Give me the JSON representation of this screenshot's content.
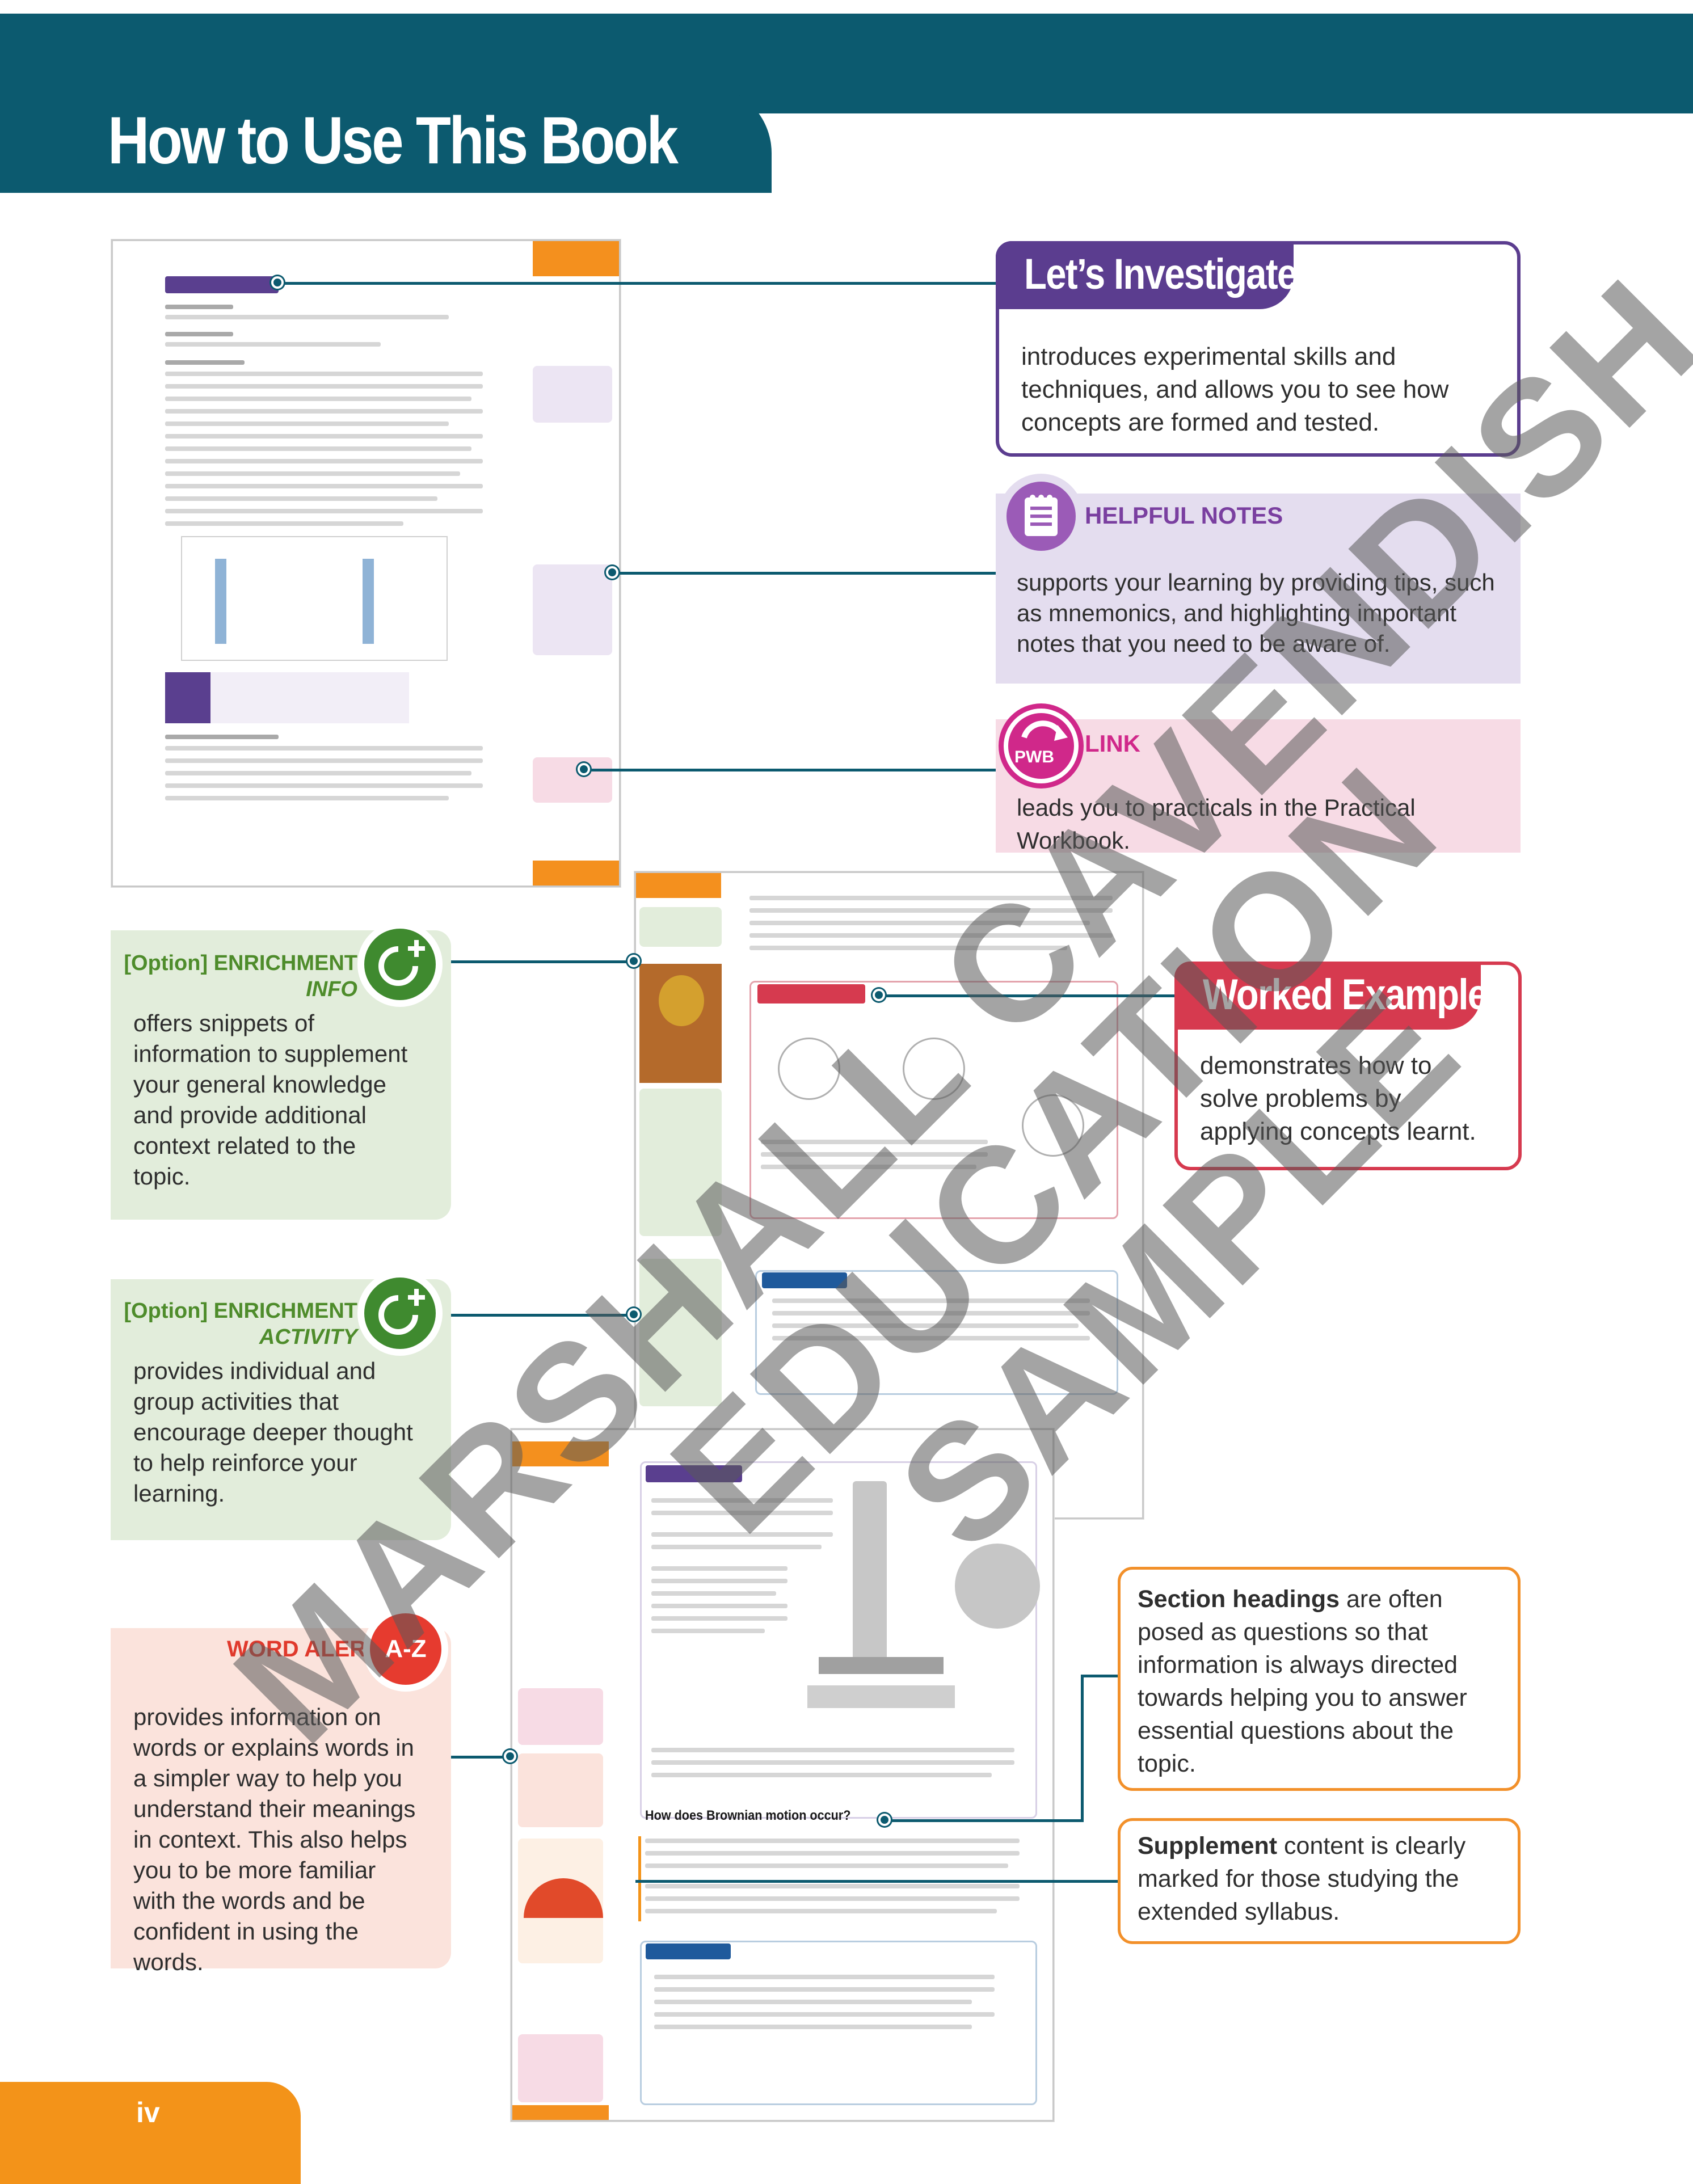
{
  "header": {
    "title": "How to Use This Book"
  },
  "lets_investigate": {
    "title": "Let’s Investigate",
    "description": "introduces experimental skills and techniques, and allows you to see how concepts are formed and tested."
  },
  "helpful_notes": {
    "title": "HELPFUL NOTES",
    "description": "supports your learning by providing tips, such as mnemonics, and highlighting important notes that you need to be aware of."
  },
  "link": {
    "title": "LINK",
    "icon_label": "PWB",
    "description": "leads you to practicals in the Practical Workbook."
  },
  "worked_example": {
    "title": "Worked Example",
    "description": "demonstrates how to solve problems by applying concepts learnt."
  },
  "enrichment_info": {
    "title": "[Option] ENRICHMENT",
    "subtitle": "INFO",
    "description": "offers snippets of information to supplement your general knowledge and provide additional context related to the topic."
  },
  "enrichment_activity": {
    "title": "[Option] ENRICHMENT",
    "subtitle": "ACTIVITY",
    "description": "provides individual and group activities that encourage deeper thought to help reinforce your learning."
  },
  "word_alert": {
    "title": "WORD ALERT",
    "icon_label": "A-Z",
    "description": "provides information on words or explains words in a simpler way to help you understand their meanings in context. This also helps you to be more familiar with the words and be confident in using the words."
  },
  "section_headings": {
    "bold": "Section headings",
    "rest": " are often posed as questions so that information is always directed towards helping you to answer essential questions about the topic."
  },
  "supplement": {
    "bold": "Supplement",
    "rest": " content is clearly marked for those studying the extended syllabus."
  },
  "thumbnail_heading": "How does Brownian motion occur?",
  "watermark": [
    "MARSHALL CAVENDISH",
    "EDUCATION",
    "SAMPLE"
  ],
  "page_number": "iv",
  "colors": {
    "teal": "#0c5a6f",
    "purple": "#5b3d8f",
    "red": "#d63a4f",
    "green": "#4e8c2b",
    "orange": "#f39319"
  }
}
